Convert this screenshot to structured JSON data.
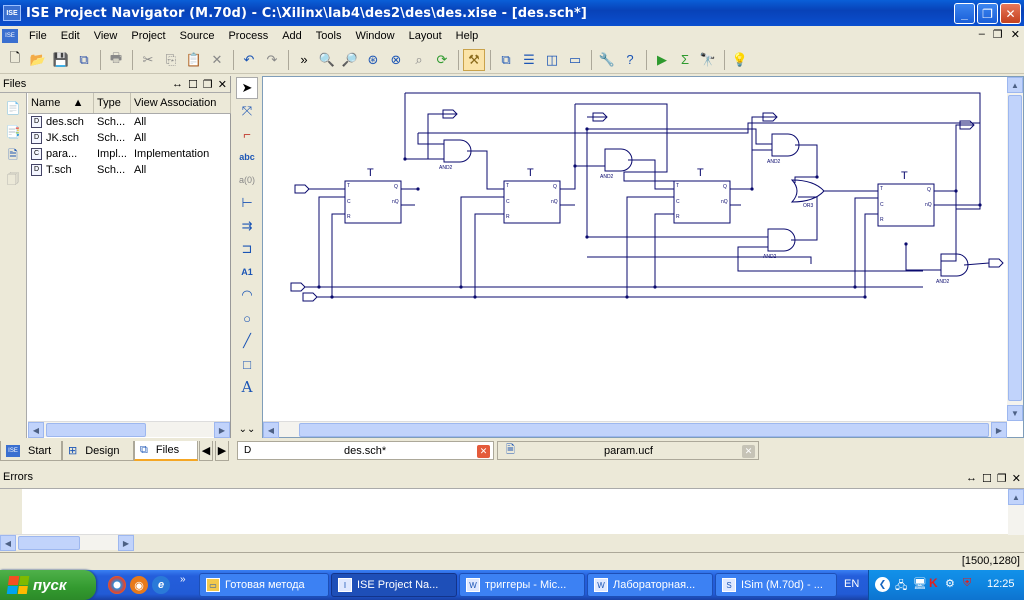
{
  "window": {
    "title": "ISE Project Navigator (M.70d) - C:\\Xilinx\\lab4\\des2\\des\\des.xise - [des.sch*]",
    "app_icon": "ISE",
    "controls": [
      "minimize",
      "maximize",
      "close"
    ]
  },
  "menubar": {
    "items": [
      "File",
      "Edit",
      "View",
      "Project",
      "Source",
      "Process",
      "Add",
      "Tools",
      "Window",
      "Layout",
      "Help"
    ]
  },
  "toolbar": {
    "more_label": "»"
  },
  "files_panel": {
    "title": "Files",
    "columns": [
      "Name",
      "Type",
      "View Association"
    ],
    "rows": [
      {
        "name": "des.sch",
        "type": "Sch...",
        "assoc": "All"
      },
      {
        "name": "JK.sch",
        "type": "Sch...",
        "assoc": "All"
      },
      {
        "name": "para...",
        "type": "Impl...",
        "assoc": "Implementation"
      },
      {
        "name": "T.sch",
        "type": "Sch...",
        "assoc": "All"
      }
    ]
  },
  "schematic": {
    "tflip_label": "T",
    "pin_t": "T",
    "pin_c": "C",
    "pin_r": "R",
    "pin_q": "Q",
    "pin_nq": "nQ",
    "and_label": "AND2",
    "or_label": "OR3"
  },
  "left_tabs": {
    "start": "Start",
    "design": "Design",
    "files": "Files"
  },
  "doc_tabs": {
    "des": "des.sch*",
    "param": "param.ucf"
  },
  "errors_panel": {
    "title": "Errors"
  },
  "status": {
    "coords": "[1500,1280]"
  },
  "taskbar": {
    "start": "пуск",
    "tasks": [
      "Готовая метода",
      "ISE Project Na...",
      "триггеры - Mic...",
      "Лабораторная...",
      "ISim (M.70d) - ..."
    ],
    "lang": "EN",
    "clock": "12:25"
  }
}
